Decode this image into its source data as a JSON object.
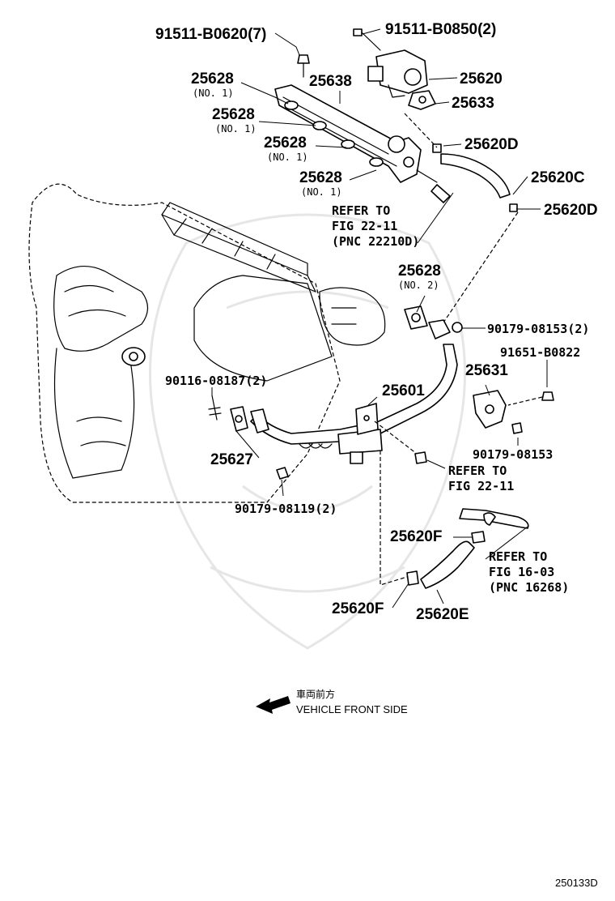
{
  "labels": {
    "p91511_b0620": "91511-B0620(7)",
    "p91511_b0850": "91511-B0850(2)",
    "p25628_a": "25628",
    "p25628_a_sub": "(NO. 1)",
    "p25638": "25638",
    "p25620": "25620",
    "p25628_b": "25628",
    "p25628_b_sub": "(NO. 1)",
    "p25633": "25633",
    "p25628_c": "25628",
    "p25628_c_sub": "(NO. 1)",
    "p25620d_a": "25620D",
    "p25628_d": "25628",
    "p25628_d_sub": "(NO. 1)",
    "p25620c": "25620C",
    "p25620d_b": "25620D",
    "refer_a_1": "REFER TO",
    "refer_a_2": "FIG 22-11",
    "refer_a_3": "(PNC 22210D)",
    "p25628_e": "25628",
    "p25628_e_sub": "(NO. 2)",
    "p90179_08153_2": "90179-08153(2)",
    "p91651_b0822": "91651-B0822",
    "p25631": "25631",
    "p90116_08187": "90116-08187(2)",
    "p25601": "25601",
    "p90179_08153": "90179-08153",
    "p25627": "25627",
    "refer_b_1": "REFER TO",
    "refer_b_2": "FIG 22-11",
    "p90179_08119": "90179-08119(2)",
    "p25620f_a": "25620F",
    "refer_c_1": "REFER TO",
    "refer_c_2": "FIG 16-03",
    "refer_c_3": "(PNC 16268)",
    "p25620f_b": "25620F",
    "p25620e": "25620E"
  },
  "footer": {
    "jp_text": "車両前方",
    "en_text": "VEHICLE FRONT SIDE",
    "fig_code": "250133D"
  }
}
